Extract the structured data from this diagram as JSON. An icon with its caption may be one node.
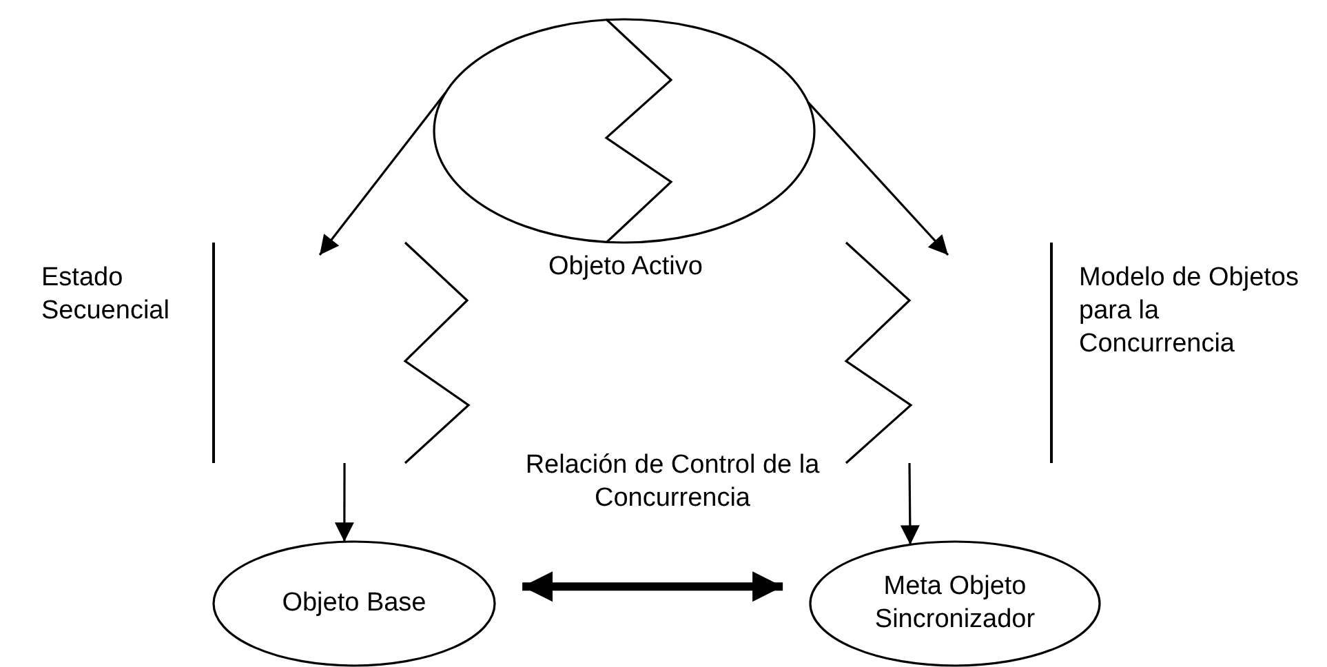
{
  "diagram": {
    "nodes": [
      {
        "text": [
          "Objeto Activo"
        ]
      },
      {
        "text": [
          "Objeto Base"
        ]
      },
      {
        "text": [
          "Meta Objeto Sincronizador"
        ]
      }
    ],
    "edges": [
      {
        "from": 0,
        "to": null,
        "arrow": "to"
      },
      {
        "from": 0,
        "to": null,
        "arrow": "to"
      },
      {
        "from": null,
        "to": 1,
        "arrow": "to"
      },
      {
        "from": null,
        "to": 2,
        "arrow": "to"
      },
      {
        "from": 1,
        "to": 2,
        "arrow": "both",
        "style": "thick",
        "label": "Relación de Control de la Concurrencia"
      }
    ],
    "labels": [
      "Estado Secuencial",
      "Modelo de Objetos para la Concurrencia"
    ]
  }
}
